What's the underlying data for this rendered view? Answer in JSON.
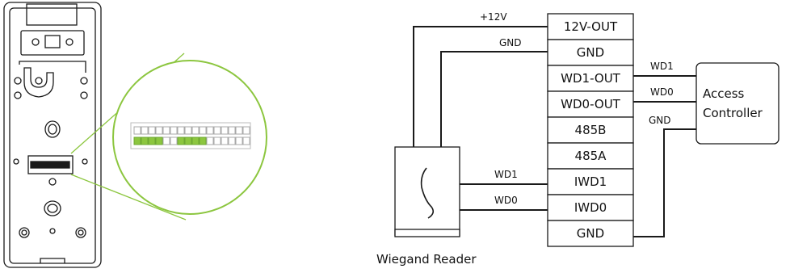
{
  "terminal_block": {
    "terminals": [
      "12V-OUT",
      "GND",
      "WD1-OUT",
      "WD0-OUT",
      "485B",
      "485A",
      "IWD1",
      "IWD0",
      "GND"
    ]
  },
  "wires": {
    "power": "+12V",
    "ground_reader": "GND",
    "wd1_out": "WD1",
    "wd0_out": "WD0",
    "ground_controller": "GND",
    "wd1_in": "WD1",
    "wd0_in": "WD0"
  },
  "access_controller": {
    "line1": "Access",
    "line2": "Controller"
  },
  "wiegand_reader": {
    "caption": "Wiegand Reader"
  },
  "colors": {
    "line": "#1a1a1a",
    "magnifier": "#8cc63f",
    "pin_active": "#8cc63f",
    "pin_inactive": "#cfcfcf"
  },
  "connector_pins": {
    "top_row_active": [
      false,
      false,
      false,
      false,
      false,
      false,
      false,
      false,
      false,
      false,
      false,
      false,
      false,
      false,
      false,
      false
    ],
    "bottom_row_active": [
      true,
      true,
      true,
      true,
      false,
      false,
      true,
      true,
      true,
      true,
      false,
      false,
      false,
      false,
      false,
      false
    ]
  }
}
